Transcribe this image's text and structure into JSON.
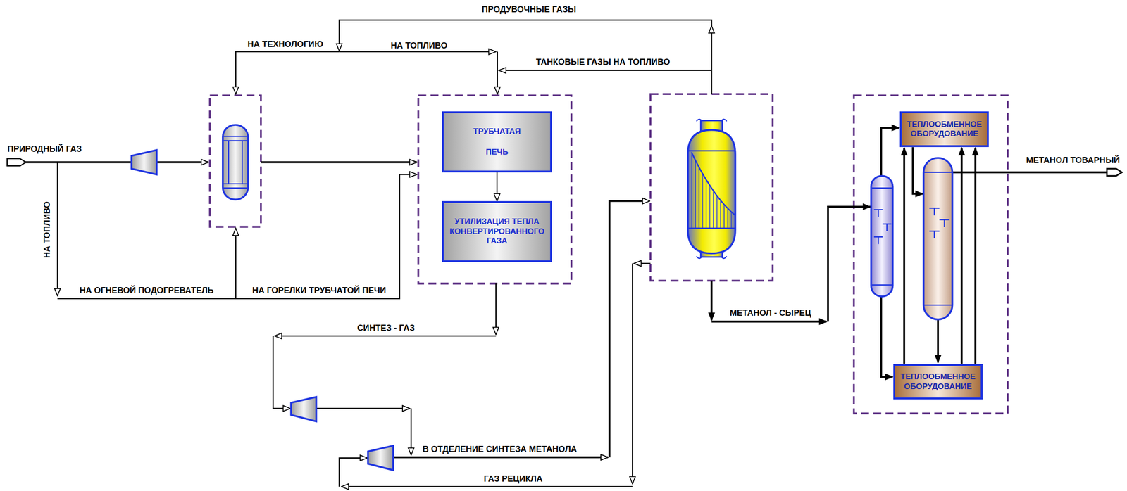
{
  "diagram": {
    "nodes": [
      {
        "text": [
          "ТРУБЧАТАЯ ПЕЧЬ"
        ]
      },
      {
        "text": [
          "УТИЛИЗАЦИЯ ТЕПЛА КОНВЕРТИРОВАННОГО ГАЗА"
        ]
      },
      {
        "text": [
          "ТЕПЛООБМЕННОЕ ОБОРУДОВАНИЕ"
        ]
      },
      {
        "text": [
          "ТЕПЛООБМЕННОЕ ОБОРУДОВАНИЕ"
        ]
      }
    ],
    "edges": [
      {
        "from": 0,
        "to": 1,
        "arrow": "to"
      }
    ],
    "labels": [
      "ПРОДУВОЧНЫЕ ГАЗЫ",
      "НА ТЕХНОЛОГИЮ",
      "НА ТОПЛИВО",
      "ТАНКОВЫЕ ГАЗЫ НА ТОПЛИВО",
      "ПРИРОДНЫЙ ГАЗ",
      "НА ТОПЛИВО",
      "НА ОГНЕВОЙ ПОДОГРЕВАТЕЛЬ",
      "НА ГОРЕЛКИ ТРУБЧАТОЙ ПЕЧИ",
      "СИНТЕЗ - ГАЗ",
      "В ОТДЕЛЕНИЕ СИНТЕЗА МЕТАНОЛА",
      "ГАЗ РЕЦИКЛА",
      "МЕТАНОЛ - СЫРЕЦ",
      "МЕТАНОЛ ТОВАРНЫЙ"
    ]
  }
}
